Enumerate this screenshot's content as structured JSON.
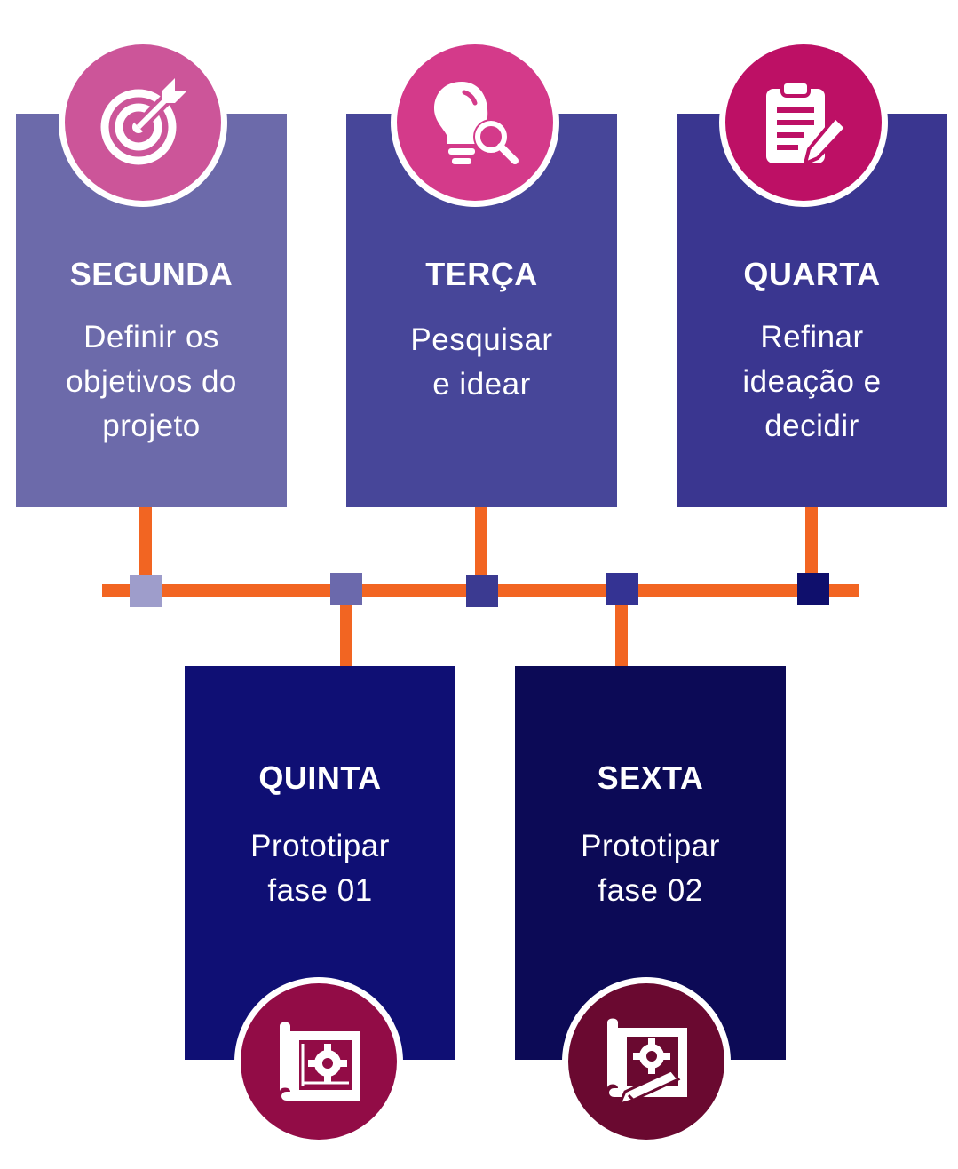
{
  "colors": {
    "connector": "#f26522",
    "card_segunda": "#6c6aaa",
    "card_terca": "#474699",
    "card_quarta": "#3a3690",
    "card_quinta": "#0f0f74",
    "card_sexta": "#0c0a56",
    "badge_segunda": "#cc5599",
    "badge_terca": "#d43a8a",
    "badge_quarta": "#bd1065",
    "badge_quinta": "#920c46",
    "badge_sexta": "#6a0930",
    "node_1": "#9e9dcb",
    "node_2": "#6b69ac",
    "node_3": "#3b3a91",
    "node_4": "#343393",
    "node_5": "#0f0f6c"
  },
  "cards": {
    "segunda": {
      "day": "SEGUNDA",
      "desc": [
        "Definir os",
        "objetivos do",
        "projeto"
      ],
      "icon": "target-icon"
    },
    "terca": {
      "day": "TERÇA",
      "desc": [
        "Pesquisar",
        "e idear"
      ],
      "icon": "lightbulb-search-icon"
    },
    "quarta": {
      "day": "QUARTA",
      "desc": [
        "Refinar",
        "ideação e",
        "decidir"
      ],
      "icon": "clipboard-pencil-icon"
    },
    "quinta": {
      "day": "QUINTA",
      "desc": [
        "Prototipar",
        "fase 01"
      ],
      "icon": "blueprint-gear-icon"
    },
    "sexta": {
      "day": "SEXTA",
      "desc": [
        "Prototipar",
        "fase 02"
      ],
      "icon": "blueprint-gear-pencil-icon"
    }
  }
}
